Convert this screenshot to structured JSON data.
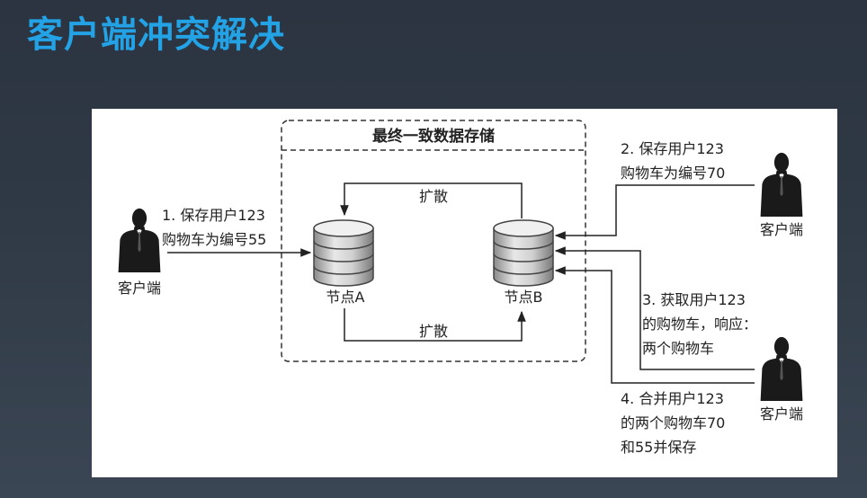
{
  "title": "客户端冲突解决",
  "diagram": {
    "store_label": "最终一致数据存储",
    "spread_label_top": "扩散",
    "spread_label_bottom": "扩散",
    "node_a_label": "节点A",
    "node_b_label": "节点B",
    "client_left": {
      "label": "客户端",
      "message_line1": "1. 保存用户123",
      "message_line2": "购物车为编号55"
    },
    "client_top_right": {
      "label": "客户端",
      "message_line1": "2. 保存用户123",
      "message_line2": "购物车为编号70"
    },
    "client_bottom_right": {
      "label": "客户端",
      "message3_line1": "3. 获取用户123",
      "message3_line2": "的购物车，响应：",
      "message3_line3": "两个购物车",
      "message4_line1": "4.  合并用户123",
      "message4_line2": "的两个购物车70",
      "message4_line3": "和55并保存"
    },
    "icons": {
      "person": "person-silhouette-icon",
      "database": "database-cylinder-icon"
    },
    "colors": {
      "title": "#23a2e6",
      "line": "#222222",
      "background": "#2f3945"
    }
  }
}
